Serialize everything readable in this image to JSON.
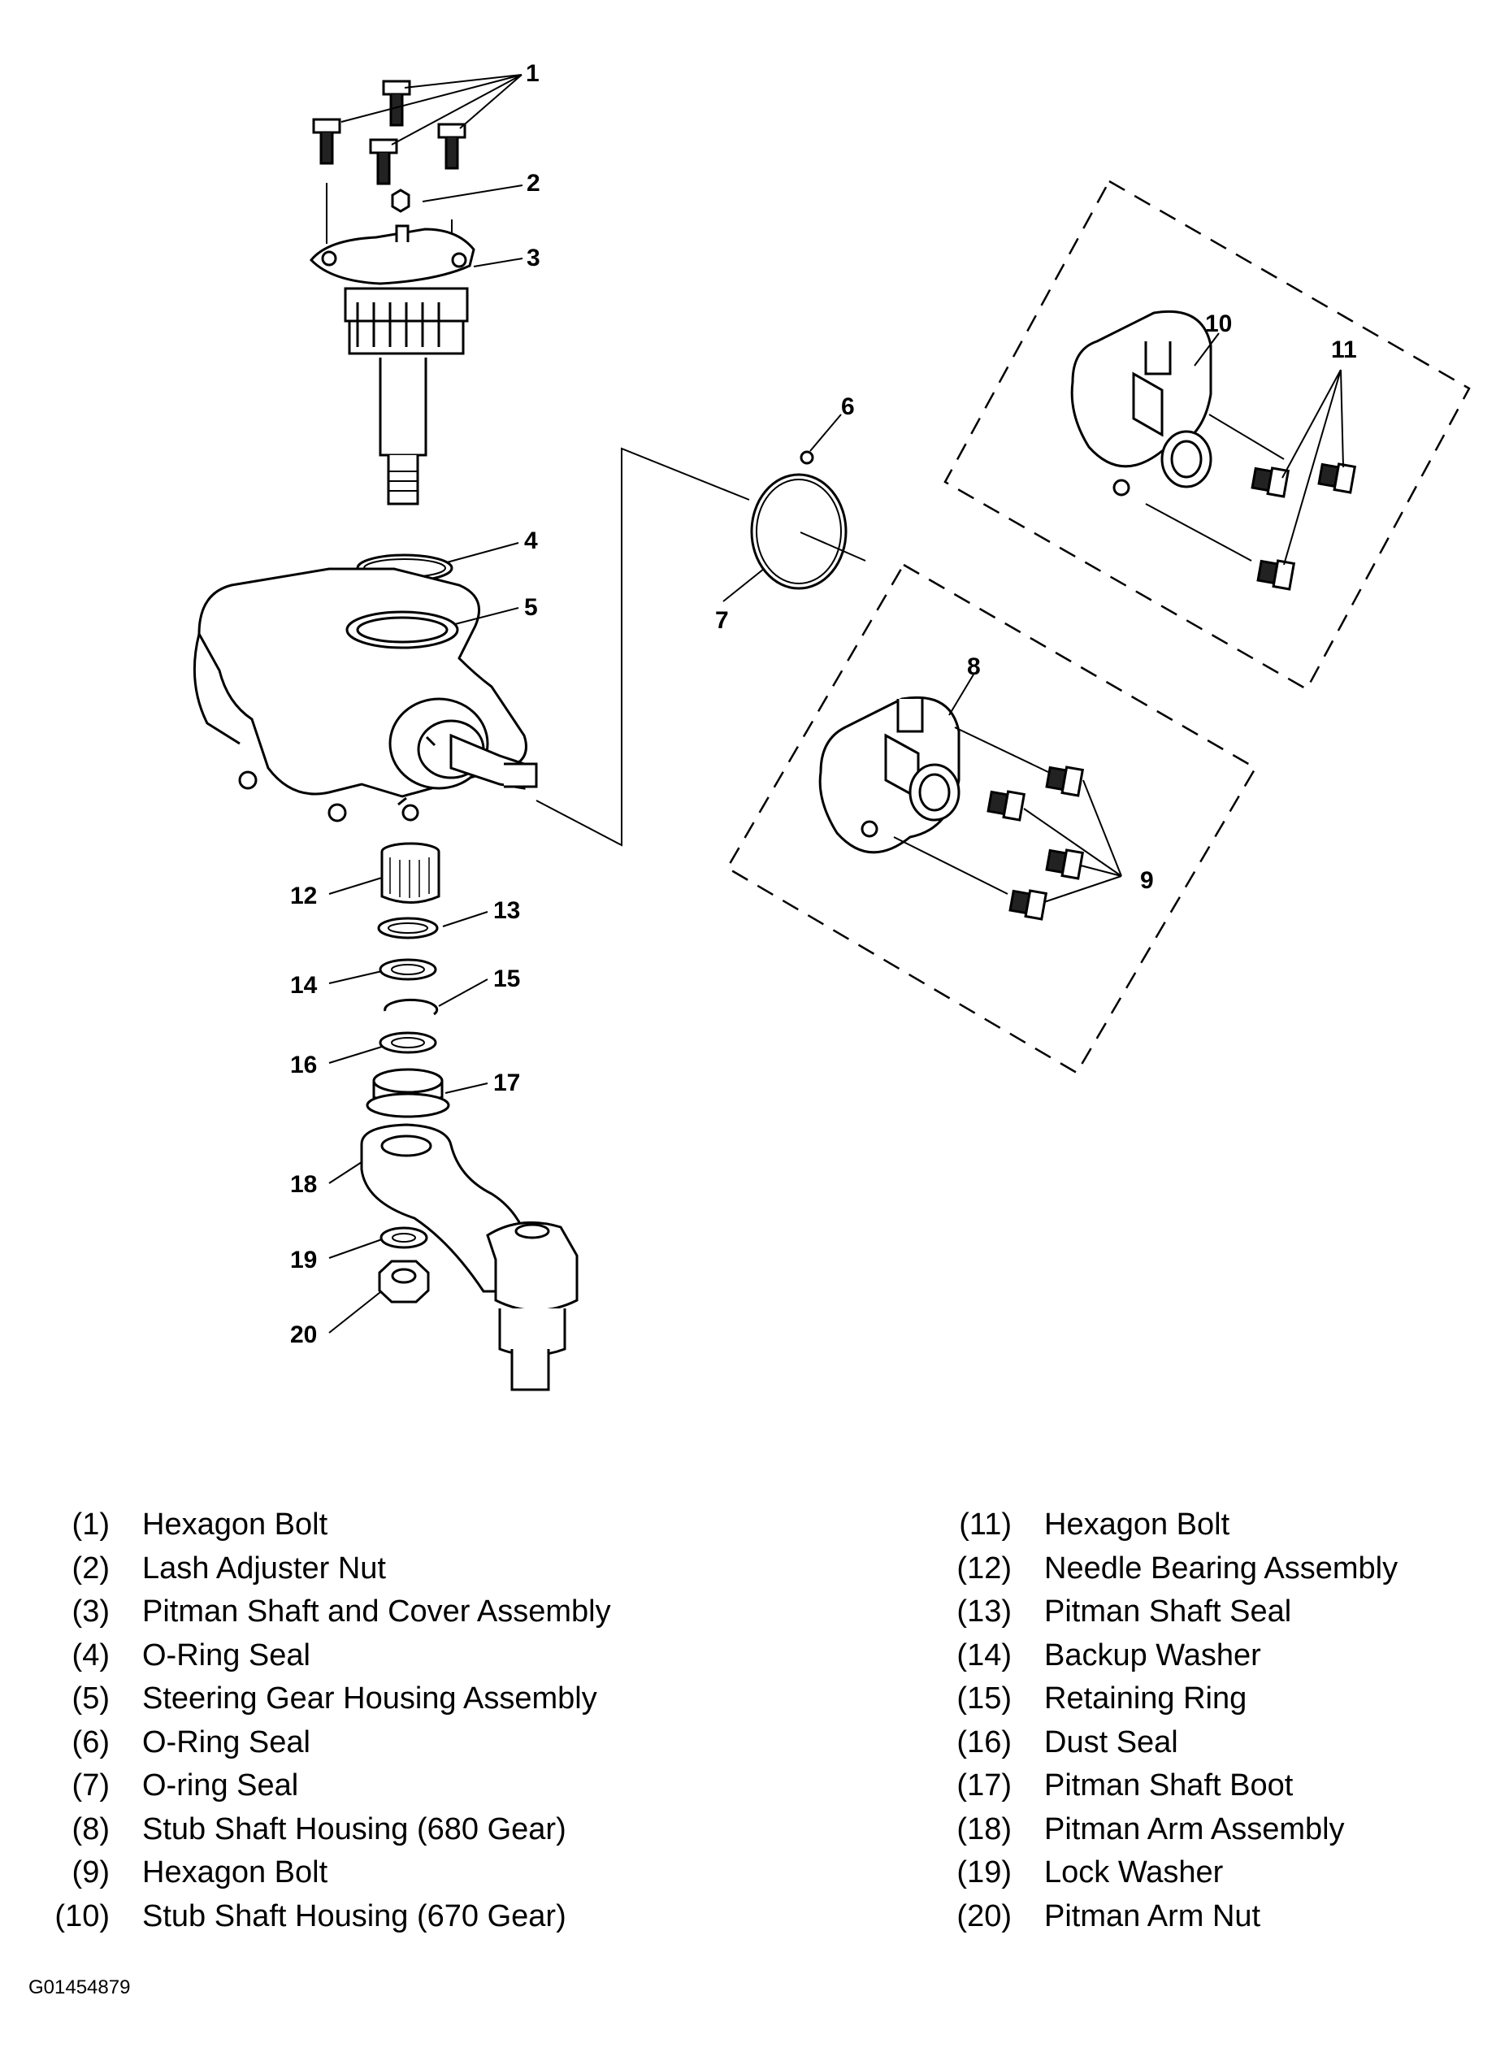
{
  "callouts": [
    {
      "num": "1"
    },
    {
      "num": "2"
    },
    {
      "num": "3"
    },
    {
      "num": "4"
    },
    {
      "num": "5"
    },
    {
      "num": "6"
    },
    {
      "num": "7"
    },
    {
      "num": "8"
    },
    {
      "num": "9"
    },
    {
      "num": "10"
    },
    {
      "num": "11"
    },
    {
      "num": "12"
    },
    {
      "num": "13"
    },
    {
      "num": "14"
    },
    {
      "num": "15"
    },
    {
      "num": "16"
    },
    {
      "num": "17"
    },
    {
      "num": "18"
    },
    {
      "num": "19"
    },
    {
      "num": "20"
    }
  ],
  "legend": {
    "left": [
      {
        "num": "(1)",
        "label": "Hexagon Bolt"
      },
      {
        "num": "(2)",
        "label": "Lash Adjuster Nut"
      },
      {
        "num": "(3)",
        "label": "Pitman Shaft and Cover Assembly"
      },
      {
        "num": "(4)",
        "label": "O-Ring Seal"
      },
      {
        "num": "(5)",
        "label": "Steering Gear Housing Assembly"
      },
      {
        "num": "(6)",
        "label": "O-Ring Seal"
      },
      {
        "num": "(7)",
        "label": "O-ring Seal"
      },
      {
        "num": "(8)",
        "label": "Stub Shaft Housing (680 Gear)"
      },
      {
        "num": "(9)",
        "label": "Hexagon Bolt"
      },
      {
        "num": "(10)",
        "label": "Stub Shaft Housing (670 Gear)"
      }
    ],
    "right": [
      {
        "num": "(11)",
        "label": "Hexagon Bolt"
      },
      {
        "num": "(12)",
        "label": "Needle Bearing Assembly"
      },
      {
        "num": "(13)",
        "label": "Pitman Shaft Seal"
      },
      {
        "num": "(14)",
        "label": "Backup Washer"
      },
      {
        "num": "(15)",
        "label": "Retaining Ring"
      },
      {
        "num": "(16)",
        "label": "Dust Seal"
      },
      {
        "num": "(17)",
        "label": "Pitman Shaft Boot"
      },
      {
        "num": "(18)",
        "label": "Pitman Arm Assembly"
      },
      {
        "num": "(19)",
        "label": "Lock Washer"
      },
      {
        "num": "(20)",
        "label": "Pitman Arm Nut"
      }
    ]
  },
  "figure_ref": "G01454879"
}
